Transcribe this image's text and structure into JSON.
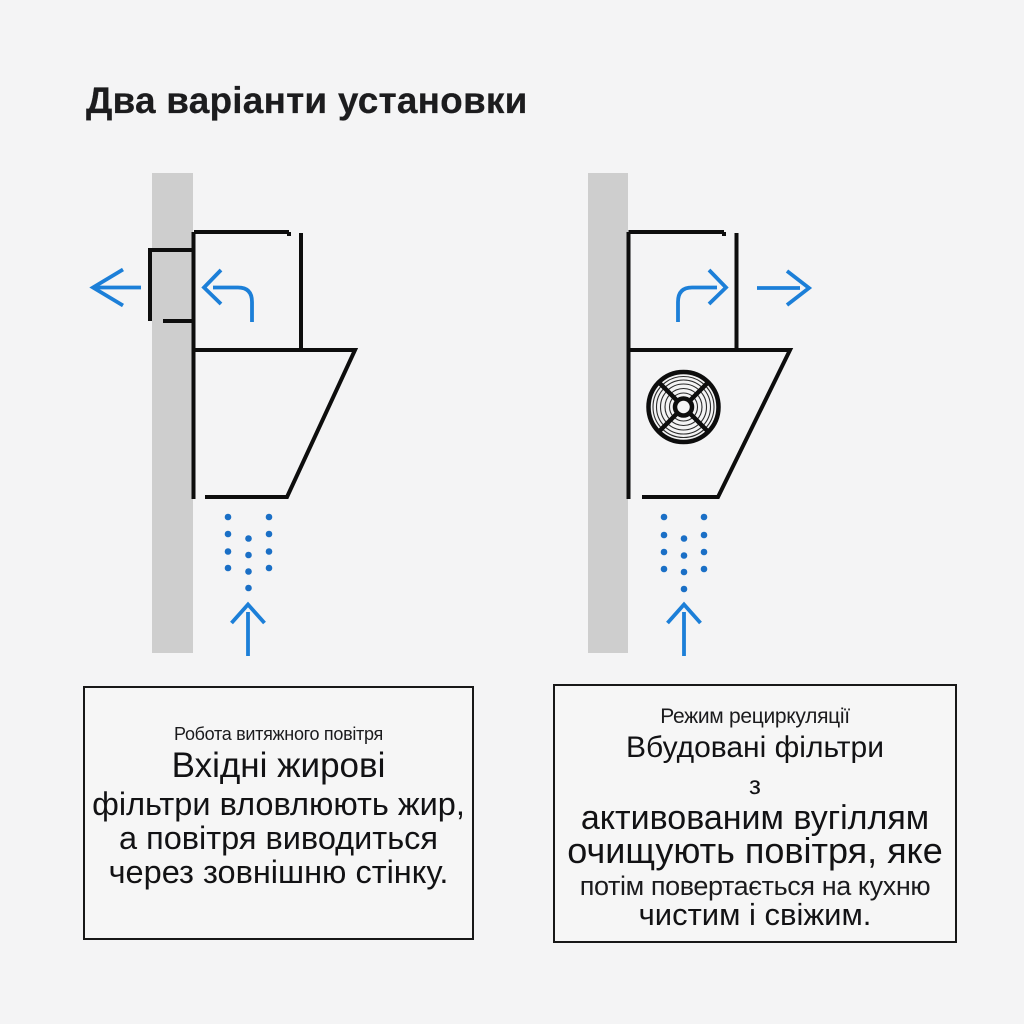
{
  "title": "Два варіанти установки",
  "colors": {
    "page_bg": "#f4f4f5",
    "box_bg": "#f6f6f6",
    "wall_gray": "#cecece",
    "line_black": "#0d0d0d",
    "accent_blue": "#1c7fd8",
    "dot_blue": "#1a6fc6",
    "text_dark": "#151517"
  },
  "diagrams": {
    "left": {
      "name": "exhaust-air-mode",
      "icons": [
        "wall",
        "wall-duct",
        "hood-chimney",
        "hood-body",
        "arrow-left-icon",
        "curved-arrow-left-icon",
        "arrow-up-icon",
        "airflow-dots"
      ]
    },
    "right": {
      "name": "recirculation-mode",
      "icons": [
        "wall",
        "hood-chimney",
        "hood-body",
        "fan-icon",
        "curved-arrow-right-icon",
        "arrow-right-icon",
        "arrow-up-icon",
        "airflow-dots"
      ]
    }
  },
  "boxes": {
    "left": {
      "caption": "Робота витяжного повітря",
      "lines": [
        "Вхідні жирові",
        "фільтри вловлюють жир,",
        "а повітря виводиться",
        "через зовнішню стінку."
      ]
    },
    "right": {
      "caption": "Режим рециркуляції",
      "lines": [
        "Вбудовані фільтри",
        "з",
        "активованим вугіллям",
        "очищують повітря, яке",
        "потім повертається на кухню",
        "чистим і свіжим."
      ]
    }
  }
}
